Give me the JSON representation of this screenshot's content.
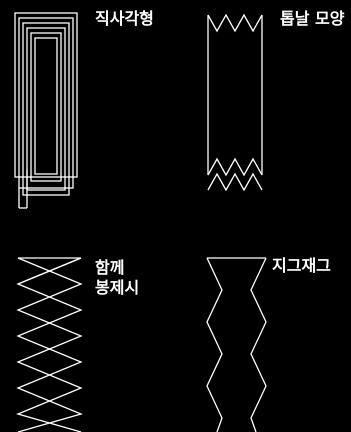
{
  "colors": {
    "background": "#000000",
    "foreground": "#ffffff"
  },
  "patterns": [
    {
      "id": "rectangle",
      "label": "직사각형",
      "icon": "nested-rectangle-stitch-icon"
    },
    {
      "id": "sawtooth",
      "label": "톱날 모양",
      "icon": "sawtooth-edge-stitch-icon"
    },
    {
      "id": "cross",
      "label": "함께\n봉제시",
      "icon": "cross-hatch-stitch-icon"
    },
    {
      "id": "zigzag",
      "label": "지그재그",
      "icon": "zigzag-stitch-icon"
    }
  ]
}
